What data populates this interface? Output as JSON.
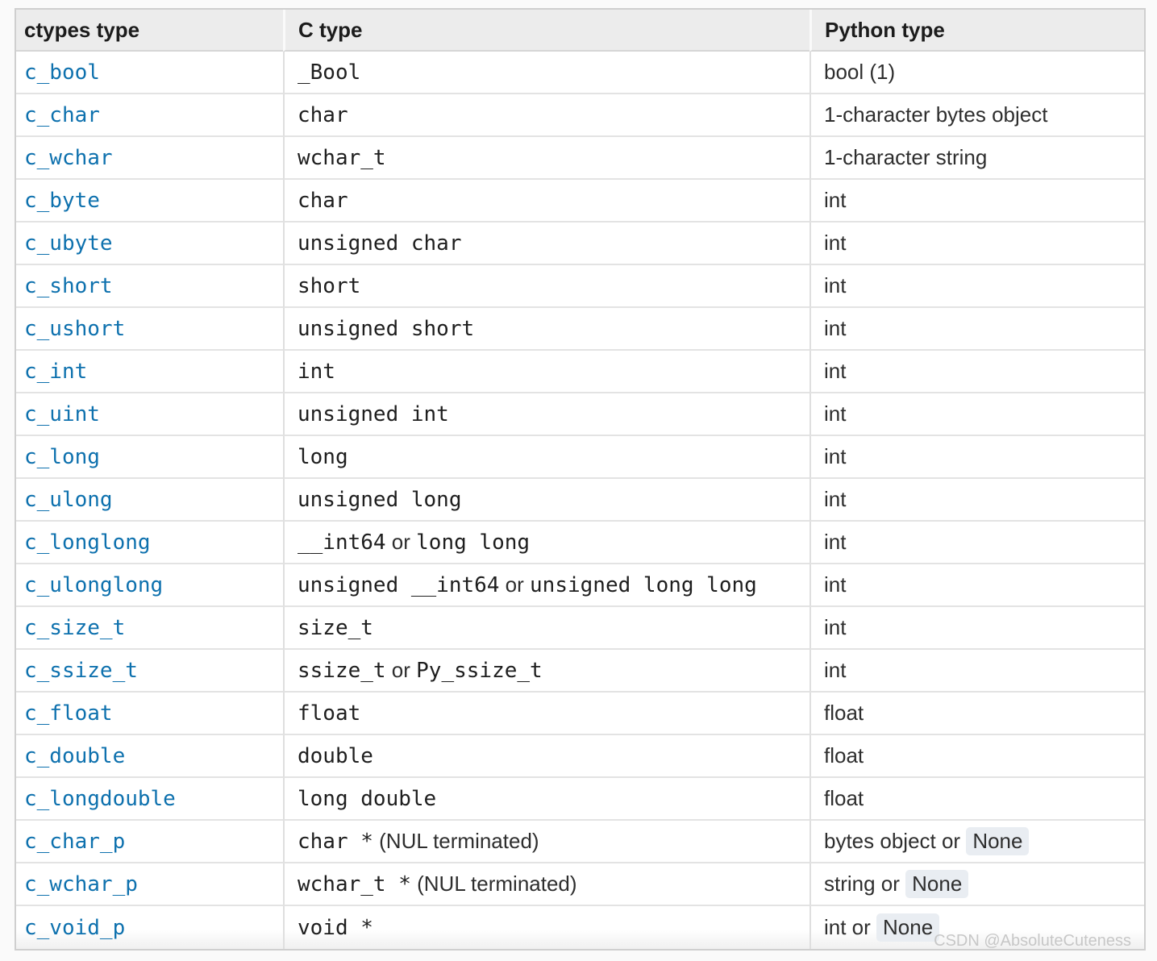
{
  "colors": {
    "link": "#0e71ae",
    "header_bg": "#ececec",
    "pill_bg": "#e9edf2",
    "page_bg": "#fafafa"
  },
  "watermark": "CSDN @AbsoluteCuteness",
  "table": {
    "columns": [
      "ctypes type",
      "C type",
      "Python type"
    ],
    "rows": [
      {
        "ctypes": [
          {
            "t": "c_bool",
            "s": "link"
          }
        ],
        "c": [
          {
            "t": "_Bool",
            "s": "code"
          }
        ],
        "py": [
          {
            "t": "bool (1)",
            "s": "plain"
          }
        ]
      },
      {
        "ctypes": [
          {
            "t": "c_char",
            "s": "link"
          }
        ],
        "c": [
          {
            "t": "char",
            "s": "code"
          }
        ],
        "py": [
          {
            "t": "1-character bytes object",
            "s": "plain"
          }
        ]
      },
      {
        "ctypes": [
          {
            "t": "c_wchar",
            "s": "link"
          }
        ],
        "c": [
          {
            "t": "wchar_t",
            "s": "code"
          }
        ],
        "py": [
          {
            "t": "1-character string",
            "s": "plain"
          }
        ]
      },
      {
        "ctypes": [
          {
            "t": "c_byte",
            "s": "link"
          }
        ],
        "c": [
          {
            "t": "char",
            "s": "code"
          }
        ],
        "py": [
          {
            "t": "int",
            "s": "plain"
          }
        ]
      },
      {
        "ctypes": [
          {
            "t": "c_ubyte",
            "s": "link"
          }
        ],
        "c": [
          {
            "t": "unsigned char",
            "s": "code"
          }
        ],
        "py": [
          {
            "t": "int",
            "s": "plain"
          }
        ]
      },
      {
        "ctypes": [
          {
            "t": "c_short",
            "s": "link"
          }
        ],
        "c": [
          {
            "t": "short",
            "s": "code"
          }
        ],
        "py": [
          {
            "t": "int",
            "s": "plain"
          }
        ]
      },
      {
        "ctypes": [
          {
            "t": "c_ushort",
            "s": "link"
          }
        ],
        "c": [
          {
            "t": "unsigned short",
            "s": "code"
          }
        ],
        "py": [
          {
            "t": "int",
            "s": "plain"
          }
        ]
      },
      {
        "ctypes": [
          {
            "t": "c_int",
            "s": "link"
          }
        ],
        "c": [
          {
            "t": "int",
            "s": "code"
          }
        ],
        "py": [
          {
            "t": "int",
            "s": "plain"
          }
        ]
      },
      {
        "ctypes": [
          {
            "t": "c_uint",
            "s": "link"
          }
        ],
        "c": [
          {
            "t": "unsigned int",
            "s": "code"
          }
        ],
        "py": [
          {
            "t": "int",
            "s": "plain"
          }
        ]
      },
      {
        "ctypes": [
          {
            "t": "c_long",
            "s": "link"
          }
        ],
        "c": [
          {
            "t": "long",
            "s": "code"
          }
        ],
        "py": [
          {
            "t": "int",
            "s": "plain"
          }
        ]
      },
      {
        "ctypes": [
          {
            "t": "c_ulong",
            "s": "link"
          }
        ],
        "c": [
          {
            "t": "unsigned long",
            "s": "code"
          }
        ],
        "py": [
          {
            "t": "int",
            "s": "plain"
          }
        ]
      },
      {
        "ctypes": [
          {
            "t": "c_longlong",
            "s": "link"
          }
        ],
        "c": [
          {
            "t": "__int64",
            "s": "code"
          },
          {
            "t": " or ",
            "s": "plain"
          },
          {
            "t": "long long",
            "s": "code"
          }
        ],
        "py": [
          {
            "t": "int",
            "s": "plain"
          }
        ]
      },
      {
        "ctypes": [
          {
            "t": "c_ulonglong",
            "s": "link"
          }
        ],
        "c": [
          {
            "t": "unsigned __int64",
            "s": "code"
          },
          {
            "t": " or ",
            "s": "plain"
          },
          {
            "t": "unsigned long long",
            "s": "code"
          }
        ],
        "py": [
          {
            "t": "int",
            "s": "plain"
          }
        ]
      },
      {
        "ctypes": [
          {
            "t": "c_size_t",
            "s": "link"
          }
        ],
        "c": [
          {
            "t": "size_t",
            "s": "code"
          }
        ],
        "py": [
          {
            "t": "int",
            "s": "plain"
          }
        ]
      },
      {
        "ctypes": [
          {
            "t": "c_ssize_t",
            "s": "link"
          }
        ],
        "c": [
          {
            "t": "ssize_t",
            "s": "code"
          },
          {
            "t": " or ",
            "s": "plain"
          },
          {
            "t": "Py_ssize_t",
            "s": "code"
          }
        ],
        "py": [
          {
            "t": "int",
            "s": "plain"
          }
        ]
      },
      {
        "ctypes": [
          {
            "t": "c_float",
            "s": "link"
          }
        ],
        "c": [
          {
            "t": "float",
            "s": "code"
          }
        ],
        "py": [
          {
            "t": "float",
            "s": "plain"
          }
        ]
      },
      {
        "ctypes": [
          {
            "t": "c_double",
            "s": "link"
          }
        ],
        "c": [
          {
            "t": "double",
            "s": "code"
          }
        ],
        "py": [
          {
            "t": "float",
            "s": "plain"
          }
        ]
      },
      {
        "ctypes": [
          {
            "t": "c_longdouble",
            "s": "link"
          }
        ],
        "c": [
          {
            "t": "long double",
            "s": "code"
          }
        ],
        "py": [
          {
            "t": "float",
            "s": "plain"
          }
        ]
      },
      {
        "ctypes": [
          {
            "t": "c_char_p",
            "s": "link"
          }
        ],
        "c": [
          {
            "t": "char *",
            "s": "code"
          },
          {
            "t": " (NUL terminated)",
            "s": "plain"
          }
        ],
        "py": [
          {
            "t": "bytes object or ",
            "s": "plain"
          },
          {
            "t": "None",
            "s": "pill"
          }
        ]
      },
      {
        "ctypes": [
          {
            "t": "c_wchar_p",
            "s": "link"
          }
        ],
        "c": [
          {
            "t": "wchar_t *",
            "s": "code"
          },
          {
            "t": " (NUL terminated)",
            "s": "plain"
          }
        ],
        "py": [
          {
            "t": "string or ",
            "s": "plain"
          },
          {
            "t": "None",
            "s": "pill"
          }
        ]
      },
      {
        "ctypes": [
          {
            "t": "c_void_p",
            "s": "link"
          }
        ],
        "c": [
          {
            "t": "void *",
            "s": "code"
          }
        ],
        "py": [
          {
            "t": "int or ",
            "s": "plain"
          },
          {
            "t": "None",
            "s": "pill"
          }
        ]
      }
    ]
  }
}
